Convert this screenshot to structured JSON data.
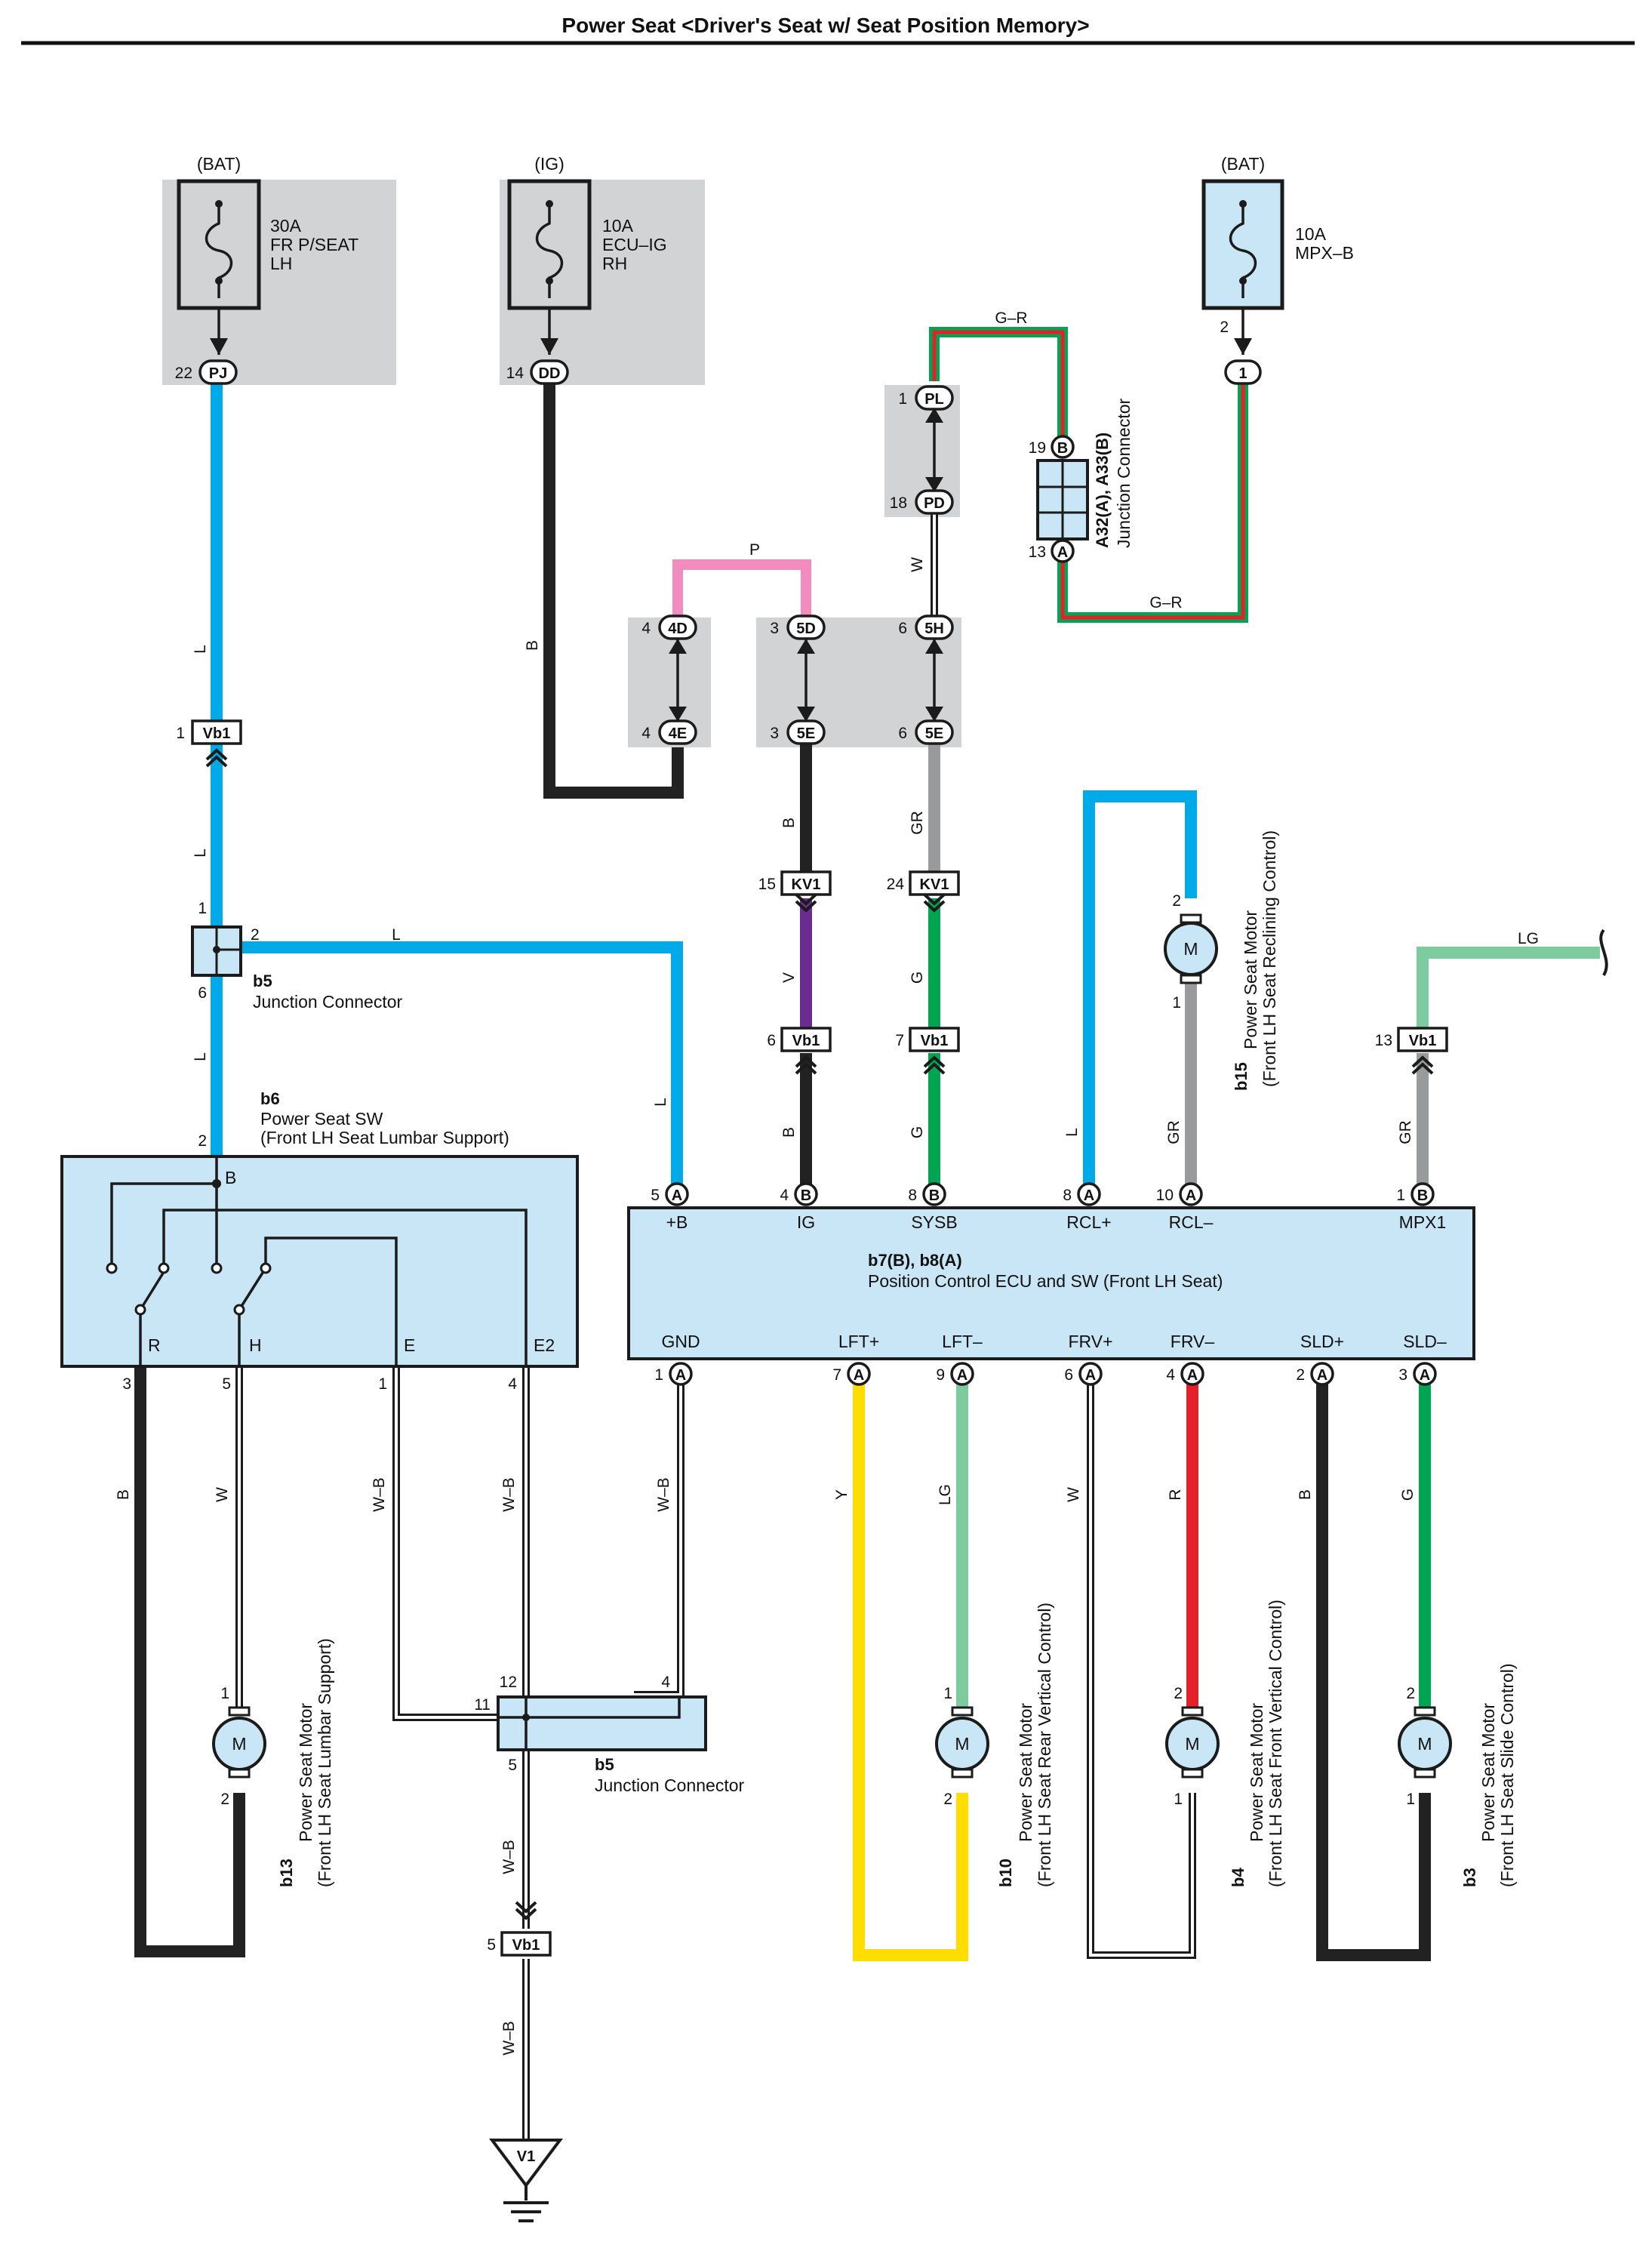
{
  "title": "Power Seat <Driver's Seat w/ Seat Position Memory>",
  "colors": {
    "L": "#00a9e8",
    "B": "#222222",
    "P": "#f28cbf",
    "W": "#ffffff",
    "GR": "#999a9c",
    "V": "#6a2c8e",
    "G": "#00a551",
    "LG": "#7fcba0",
    "Y": "#ffdd00",
    "R": "#e4202a",
    "G-R-outer": "#00a551",
    "G-R-inner": "#e4202a",
    "W-B-outer": "#222222",
    "box": "#c9e6f6",
    "gray_bg": "#d2d3d5"
  },
  "fuses": [
    {
      "source": "(BAT)",
      "amp": "30A",
      "name1": "FR P/SEAT",
      "name2": "LH",
      "pin": "22",
      "conn": "PJ"
    },
    {
      "source": "(IG)",
      "amp": "10A",
      "name1": "ECU–IG",
      "name2": "RH",
      "pin": "14",
      "conn": "DD"
    },
    {
      "source": "(BAT)",
      "amp": "10A",
      "name1": "MPX–B",
      "name2": "",
      "pin": "2",
      "conn": "1"
    }
  ],
  "wires": {
    "bat_main": "L",
    "ig_main": "B",
    "p_bridge": "P",
    "gr_top1": "G–R",
    "gr_top2": "G–R",
    "w_mid": "W",
    "b_ig": "B",
    "v_ig": "V",
    "b_ig2": "B",
    "gr_sysb": "GR",
    "g_sysb": "G",
    "g_sysb2": "G",
    "l_bat2": "L",
    "l_bat3": "L",
    "l_b5": "L",
    "l_plusb": "L",
    "l_rcl": "L",
    "gr_rcl": "GR",
    "lg_mpx": "LG",
    "gr_mpx": "GR",
    "b_r": "B",
    "w_h": "W",
    "wb_e": "W–B",
    "wb_e2": "W–B",
    "wb_gnd": "W–B",
    "wb_v1a": "W–B",
    "wb_v1b": "W–B",
    "y_lft": "Y",
    "lg_lft": "LG",
    "w_frv": "W",
    "r_frv": "R",
    "b_sld": "B",
    "g_sld": "G"
  },
  "connectors": {
    "pl": {
      "pin": "1",
      "code": "PL"
    },
    "pd": {
      "pin": "18",
      "code": "PD"
    },
    "jb_b": {
      "pin": "19",
      "code": "B"
    },
    "jb_a": {
      "pin": "13",
      "code": "A"
    },
    "c4d": {
      "pin": "4",
      "code": "4D"
    },
    "c5d": {
      "pin": "3",
      "code": "5D"
    },
    "c5h": {
      "pin": "6",
      "code": "5H"
    },
    "c4e": {
      "pin": "4",
      "code": "4E"
    },
    "c5e1": {
      "pin": "3",
      "code": "5E"
    },
    "c5e2": {
      "pin": "6",
      "code": "5E"
    },
    "kv1a": {
      "pin": "15",
      "code": "KV1"
    },
    "kv1b": {
      "pin": "24",
      "code": "KV1"
    },
    "vb1_bat": {
      "pin": "1",
      "code": "Vb1"
    },
    "vb1_ig": {
      "pin": "6",
      "code": "Vb1"
    },
    "vb1_sysb": {
      "pin": "7",
      "code": "Vb1"
    },
    "vb1_mpx": {
      "pin": "13",
      "code": "Vb1"
    },
    "vb1_gnd": {
      "pin": "5",
      "code": "Vb1"
    },
    "ground": {
      "code": "V1"
    }
  },
  "junction_a32": {
    "name": "A32(A), A33(B)",
    "desc": "Junction Connector"
  },
  "b5_top": {
    "id": "b5",
    "desc": "Junction Connector",
    "pin1": "1",
    "pin2": "2",
    "pin6": "6"
  },
  "b5_bottom": {
    "id": "b5",
    "desc": "Junction Connector",
    "pin12": "12",
    "pin11": "11",
    "pin4": "4",
    "pin5": "5"
  },
  "b6": {
    "id": "b6",
    "name": "Power Seat SW",
    "desc": "(Front LH Seat Lumbar Support)",
    "top_pin": "2",
    "top_term": "B",
    "terms": [
      {
        "label": "R",
        "pin": "3"
      },
      {
        "label": "H",
        "pin": "5"
      },
      {
        "label": "E",
        "pin": "1"
      },
      {
        "label": "E2",
        "pin": "4"
      }
    ]
  },
  "ecu": {
    "id": "b7(B), b8(A)",
    "name": "Position Control ECU and SW (Front LH Seat)",
    "top_terms": [
      {
        "label": "+B",
        "pin": "5",
        "conn": "A"
      },
      {
        "label": "IG",
        "pin": "4",
        "conn": "B"
      },
      {
        "label": "SYSB",
        "pin": "8",
        "conn": "B"
      },
      {
        "label": "RCL+",
        "pin": "8",
        "conn": "A"
      },
      {
        "label": "RCL–",
        "pin": "10",
        "conn": "A"
      },
      {
        "label": "MPX1",
        "pin": "1",
        "conn": "B"
      }
    ],
    "bottom_terms": [
      {
        "label": "GND",
        "pin": "1",
        "conn": "A"
      },
      {
        "label": "LFT+",
        "pin": "7",
        "conn": "A"
      },
      {
        "label": "LFT–",
        "pin": "9",
        "conn": "A"
      },
      {
        "label": "FRV+",
        "pin": "6",
        "conn": "A"
      },
      {
        "label": "FRV–",
        "pin": "4",
        "conn": "A"
      },
      {
        "label": "SLD+",
        "pin": "2",
        "conn": "A"
      },
      {
        "label": "SLD–",
        "pin": "3",
        "conn": "A"
      }
    ]
  },
  "motors": [
    {
      "id": "b15",
      "name": "Power Seat Motor",
      "desc": "(Front LH Seat Reclining Control)",
      "pin_top": "2",
      "pin_bot": "1",
      "symbol": "M"
    },
    {
      "id": "b13",
      "name": "Power Seat Motor",
      "desc": "(Front LH Seat Lumbar Support)",
      "pin_top": "1",
      "pin_bot": "2",
      "symbol": "M"
    },
    {
      "id": "b10",
      "name": "Power Seat Motor",
      "desc": "(Front LH Seat Rear Vertical Control)",
      "pin_top": "1",
      "pin_bot": "2",
      "symbol": "M"
    },
    {
      "id": "b4",
      "name": "Power Seat Motor",
      "desc": "(Front LH Seat Front Vertical Control)",
      "pin_top": "2",
      "pin_bot": "1",
      "symbol": "M"
    },
    {
      "id": "b3",
      "name": "Power Seat Motor",
      "desc": "(Front LH Seat Slide Control)",
      "pin_top": "2",
      "pin_bot": "1",
      "symbol": "M"
    }
  ]
}
